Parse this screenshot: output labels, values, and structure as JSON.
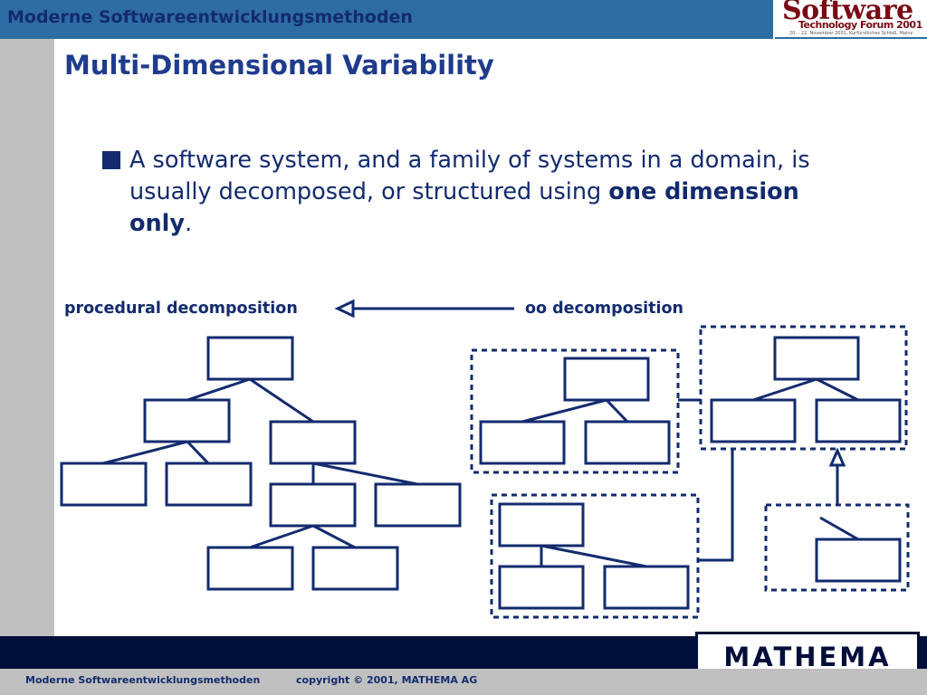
{
  "header": {
    "title": "Moderne Softwareentwicklungsmethoden",
    "logo": {
      "name": "Software Technology Forum 2001",
      "text_big": "Software",
      "text_sub": "Technology Forum 2001",
      "text_tiny": "20. - 22. November 2001, Kurfürstliches Schloß, Mainz"
    }
  },
  "slide": {
    "title": "Multi-Dimensional Variability",
    "bullet": {
      "text_before": "A software system, and a family of systems in a domain, is usually decomposed, or structured using ",
      "text_bold": "one dimension only",
      "text_after": "."
    }
  },
  "diagram": {
    "label_left": "procedural decomposition",
    "label_right": "oo decomposition"
  },
  "footer": {
    "logo_text": "MATHEMA",
    "left_text": "Moderne Softwareentwicklungsmethoden",
    "right_text": "copyright © 2001, MATHEMA AG"
  },
  "colors": {
    "header_bar": "#2e6ca4",
    "text_navy": "#132b6e",
    "title_blue": "#1f3c8c",
    "footer_navy": "#000e3a",
    "gray_strip": "#c0c0c0",
    "logo_red": "#7a0a14"
  }
}
